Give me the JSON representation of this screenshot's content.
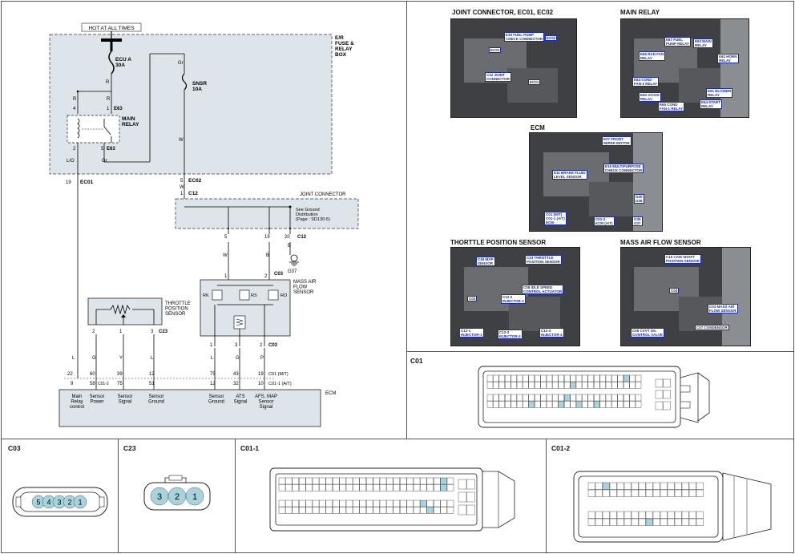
{
  "schematic": {
    "hot_label": "HOT AT ALL TIMES",
    "er_box_label": "E/R\nFUSE &\nRELAY\nBOX",
    "fuse_ecu": "ECU A\n30A",
    "fuse_snsr": "SNSR\n10A",
    "main_relay": "MAIN\nRELAY",
    "joint_connector": "JOINT CONNECTOR",
    "ground_note": "See Ground\nDistribution\n(Page : SD130-5)",
    "tps": "THROTTLE\nPOSITION\nSENSOR",
    "maf": "MASS AIR\nFLOW\nSENSOR",
    "ecm": "ECM",
    "ground": "G37",
    "conn_e63": "E63",
    "conn_ec01": "EC01",
    "conn_ec02": "EC02",
    "conn_c12": "C12",
    "conn_c03": "C03",
    "conn_c23": "C23",
    "c01_mt": "C01 (M/T)",
    "c01_at": "C01-1 (A/T)",
    "ecm_pins": [
      "Main\nRelay\ncontrol",
      "Sensor\nPower",
      "Sensor\nSignal",
      "Sensor\nGround",
      "Sensor\nGround",
      "ATS\nSignal",
      "AFS, MAP\nSensor\nSignal"
    ]
  },
  "photos": [
    {
      "title": "JOINT CONNECTOR, EC01, EC02",
      "labels": [
        "E30 FUEL PUMP\nCHECK CONNECTOR",
        "EC02",
        "EC01",
        "C12 JOINT\nCONNECTOR",
        "EC01"
      ]
    },
    {
      "title": "MAIN RELAY",
      "labels": [
        "E67 FUEL\nPUMP RELAY",
        "E63 MAIN\nRELAY",
        "E66 RAD FAN\nRELAY",
        "E62 HORN\nRELAY",
        "E64 COND\nFAN-2 RELAY",
        "E61 BLOWER\nRELAY",
        "E60 A/CON\nRELAY",
        "E65 COND\nFAN-1 RELAY",
        "E64 START\nRELAY"
      ]
    },
    {
      "title": "ECM",
      "labels": [
        "E27 FRONT\nWIPER MOTOR",
        "E11 BRAKE FLUID\nLEVEL SENSOR",
        "E16 MULTIPURPOSE\nCHECK CONNECTOR",
        "G30\nG36",
        "C01 (M/T)\nC01-1 (A/T)\nECM",
        "C01-2\nECM (A/T)",
        "G35\nG37"
      ]
    },
    {
      "title": "THORTTLE POSITION SENSOR",
      "labels": [
        "C16 MAP\nSENSOR",
        "C23 THROTTLE\nPOSITION SENSOR",
        "C02",
        "C08 IDLE SPEED\nCONTROL ACTUATOR",
        "C12-2\nINJECTOR-3",
        "C12-1\nINJECTOR-1",
        "C12-2\nINJECTOR-2",
        "C12-4\nINJECTOR-4"
      ]
    },
    {
      "title": "MASS AIR FLOW SENSOR",
      "labels": [
        "C15 CAM SHAFT\nPOSITION SENSOR",
        "C03",
        "C03 MASS AIR\nFLOW SENSOR",
        "C07 CONDENSOR",
        "C06 CVVT OIL\nCONTROL VALVE"
      ]
    }
  ],
  "connectors": {
    "c01": "C01",
    "c03": "C03",
    "c23": "C23",
    "c01_1": "C01-1",
    "c01_2": "C01-2",
    "c03_pins": [
      "5",
      "4",
      "3",
      "2",
      "1"
    ],
    "c23_pins": [
      "3",
      "2",
      "1"
    ]
  }
}
